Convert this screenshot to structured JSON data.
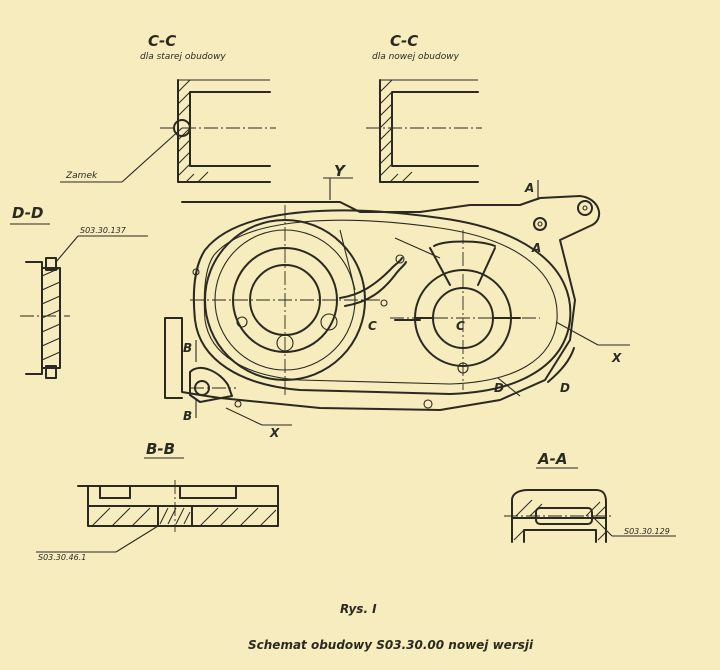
{
  "sections": {
    "cc_old_title": "C-C",
    "cc_old_sub": "dla starej obudowy",
    "cc_new_title": "C-C",
    "cc_new_sub": "dla nowej obudowy",
    "dd_title": "D-D",
    "bb_title": "B-B",
    "aa_title": "A-A"
  },
  "labels": {
    "zamek": "Zamek",
    "y": "Y",
    "a_top": "A",
    "a_mid": "A",
    "b_top": "B",
    "b_bottom": "B",
    "c_left": "C",
    "c_right": "C",
    "d_left": "D",
    "d_right": "D",
    "x_right": "X",
    "x_bottom": "X"
  },
  "part_numbers": {
    "dd": "S03.30.137",
    "bb": "S03.30.46.1",
    "aa": "S03.30.129"
  },
  "caption": {
    "figure": "Rys. I",
    "title": "Schemat obudowy S03.30.00 nowej wersji"
  }
}
